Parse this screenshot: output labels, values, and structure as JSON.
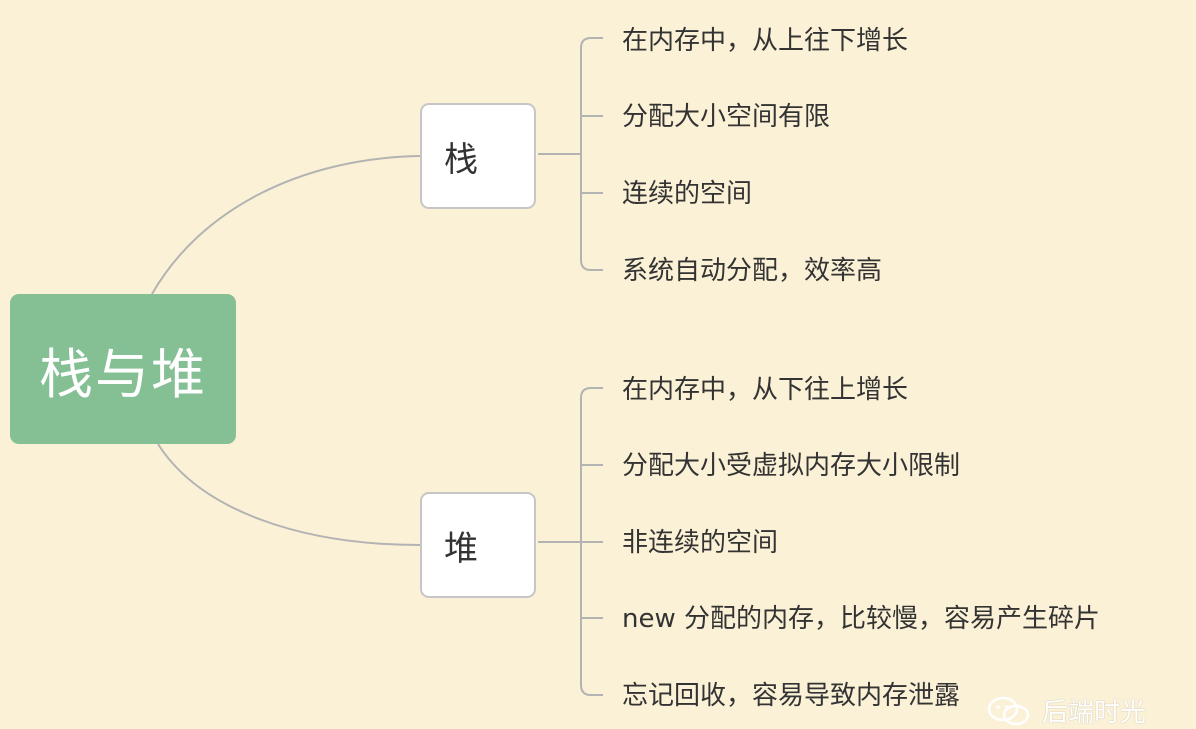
{
  "mindmap": {
    "root": {
      "label": "栈与堆"
    },
    "branches": [
      {
        "label": "栈",
        "items": [
          "在内存中，从上往下增长",
          "分配大小空间有限",
          "连续的空间",
          "系统自动分配，效率高"
        ]
      },
      {
        "label": "堆",
        "items": [
          "在内存中，从下往上增长",
          "分配大小受虚拟内存大小限制",
          "非连续的空间",
          "new 分配的内存，比较慢，容易产生碎片",
          "忘记回收，容易导致内存泄露"
        ]
      }
    ]
  },
  "colors": {
    "background": "#fbf1d6",
    "root_fill": "#85bf94",
    "connector": "#b3b3b3"
  },
  "watermark": {
    "text": "后端时光",
    "icon": "wechat-icon"
  }
}
